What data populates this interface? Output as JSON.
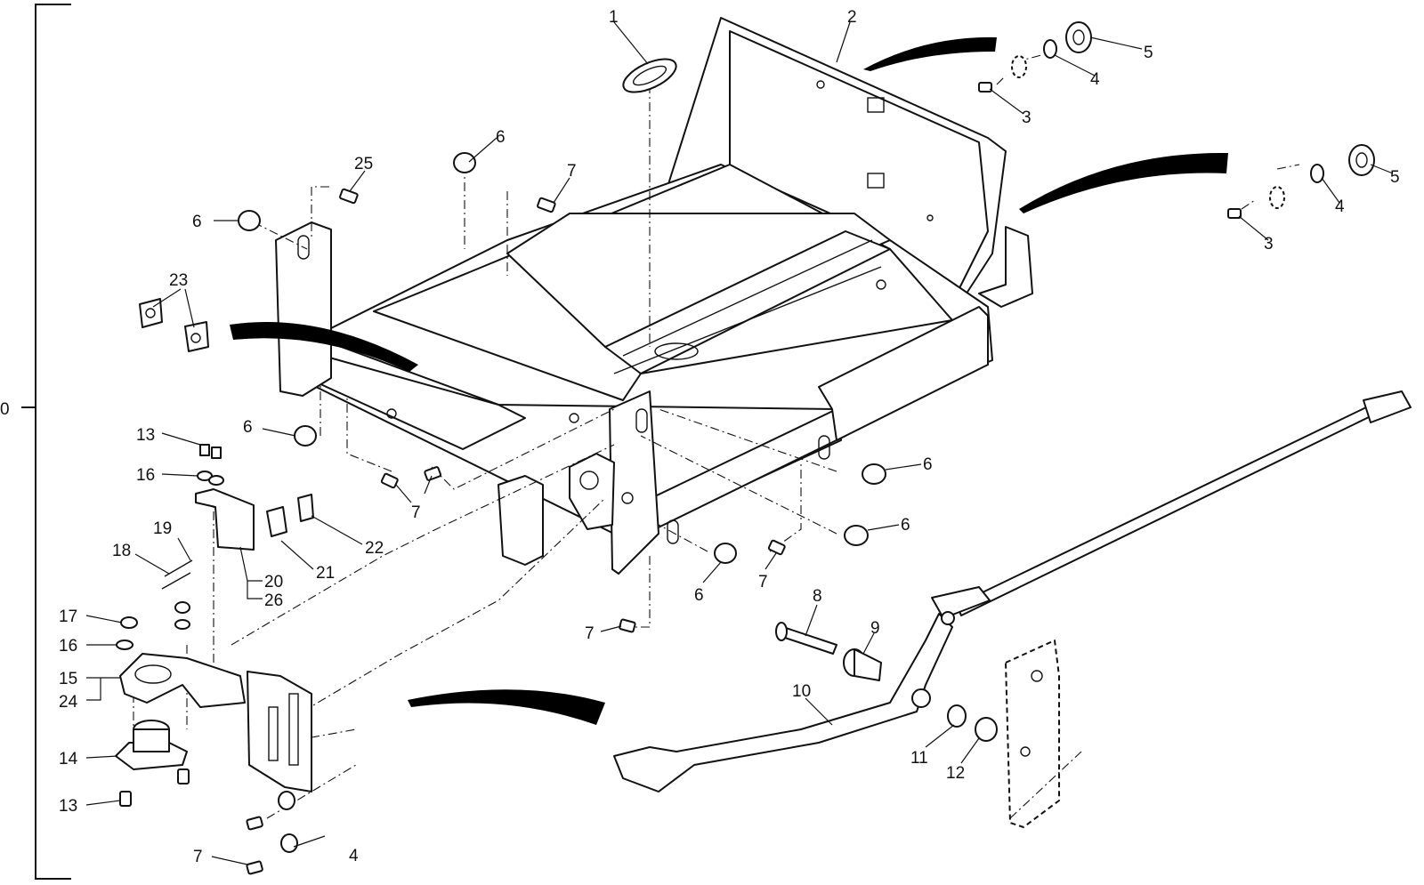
{
  "bracket": {
    "label": "0"
  },
  "callouts": [
    "1",
    "2",
    "3",
    "4",
    "5",
    "6",
    "7",
    "8",
    "9",
    "10",
    "11",
    "12",
    "13",
    "14",
    "15",
    "16",
    "17",
    "18",
    "19",
    "20",
    "21",
    "22",
    "23",
    "24",
    "25",
    "26"
  ]
}
